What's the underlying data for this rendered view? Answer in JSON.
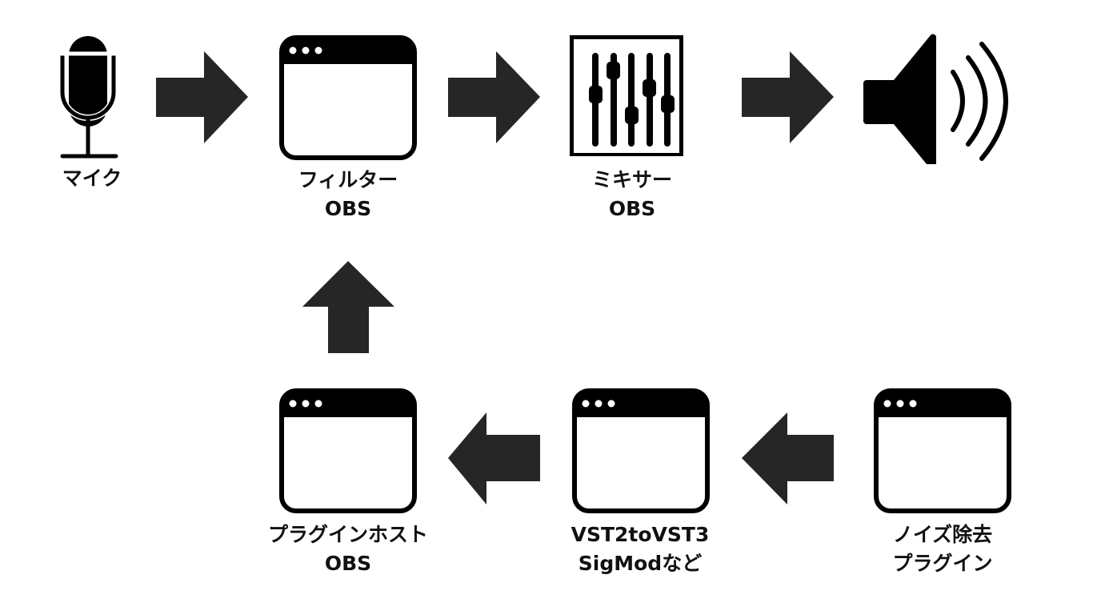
{
  "nodes": {
    "mic": {
      "icon": "microphone-icon",
      "lines": [
        "マイク"
      ]
    },
    "filter": {
      "icon": "app-window-icon",
      "lines": [
        "フィルター",
        "OBS"
      ]
    },
    "mixer": {
      "icon": "mixer-faders-icon",
      "lines": [
        "ミキサー",
        "OBS"
      ]
    },
    "speaker": {
      "icon": "speaker-icon",
      "lines": []
    },
    "plugin_host": {
      "icon": "app-window-icon",
      "lines": [
        "プラグインホスト",
        "OBS"
      ]
    },
    "wrapper": {
      "icon": "app-window-icon",
      "lines": [
        "VST2toVST3",
        "SigModなど"
      ]
    },
    "noise_plugin": {
      "icon": "app-window-icon",
      "lines": [
        "ノイズ除去",
        "プラグイン"
      ]
    }
  },
  "edges": [
    {
      "from": "mic",
      "to": "filter",
      "direction": "right"
    },
    {
      "from": "filter",
      "to": "mixer",
      "direction": "right"
    },
    {
      "from": "mixer",
      "to": "speaker",
      "direction": "right"
    },
    {
      "from": "noise_plugin",
      "to": "wrapper",
      "direction": "left"
    },
    {
      "from": "wrapper",
      "to": "plugin_host",
      "direction": "left"
    },
    {
      "from": "plugin_host",
      "to": "filter",
      "direction": "up"
    }
  ],
  "colors": {
    "icon": "#000000",
    "arrow": "#262626",
    "text": "#111111",
    "background": "#ffffff"
  }
}
